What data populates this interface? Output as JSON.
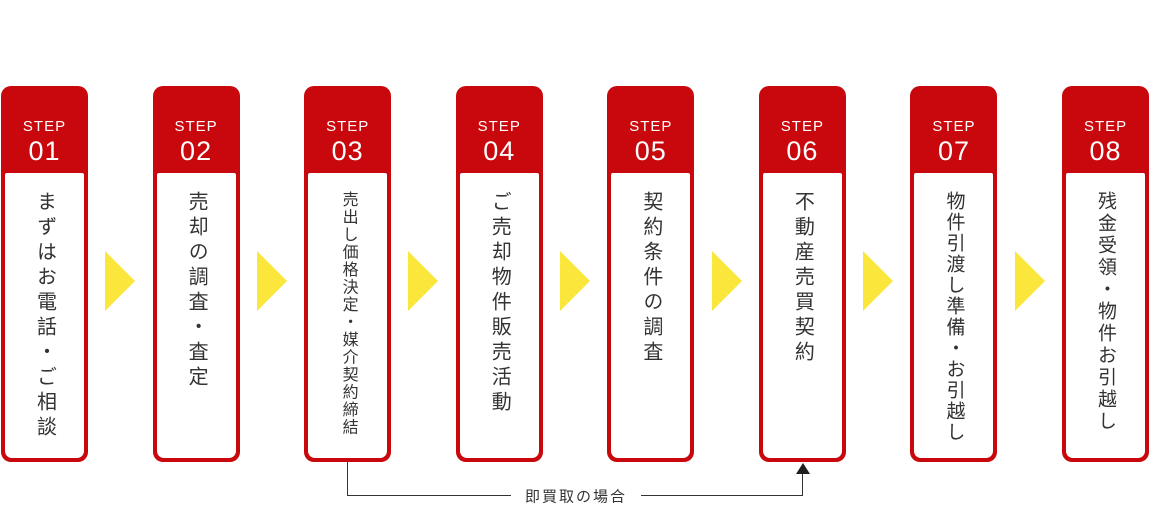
{
  "palette": {
    "step_red": "#c9080d",
    "arrow_yellow": "#fbe73c",
    "body_text": "#333333",
    "bracket_line": "#333333",
    "background": "#ffffff"
  },
  "steps": [
    {
      "label": "STEP",
      "number": "01",
      "text": "まずはお電話・ご相談"
    },
    {
      "label": "STEP",
      "number": "02",
      "text": "売却の調査・査定"
    },
    {
      "label": "STEP",
      "number": "03",
      "text": "売出し価格決定・媒介契約締結"
    },
    {
      "label": "STEP",
      "number": "04",
      "text": "ご売却物件販売活動"
    },
    {
      "label": "STEP",
      "number": "05",
      "text": "契約条件の調査"
    },
    {
      "label": "STEP",
      "number": "06",
      "text": "不動産売買契約"
    },
    {
      "label": "STEP",
      "number": "07",
      "text": "物件引渡し準備・お引越し"
    },
    {
      "label": "STEP",
      "number": "08",
      "text": "残金受領・物件お引越し"
    }
  ],
  "annotation": {
    "label": "即買取の場合",
    "from_step": "03",
    "to_step": "06"
  }
}
